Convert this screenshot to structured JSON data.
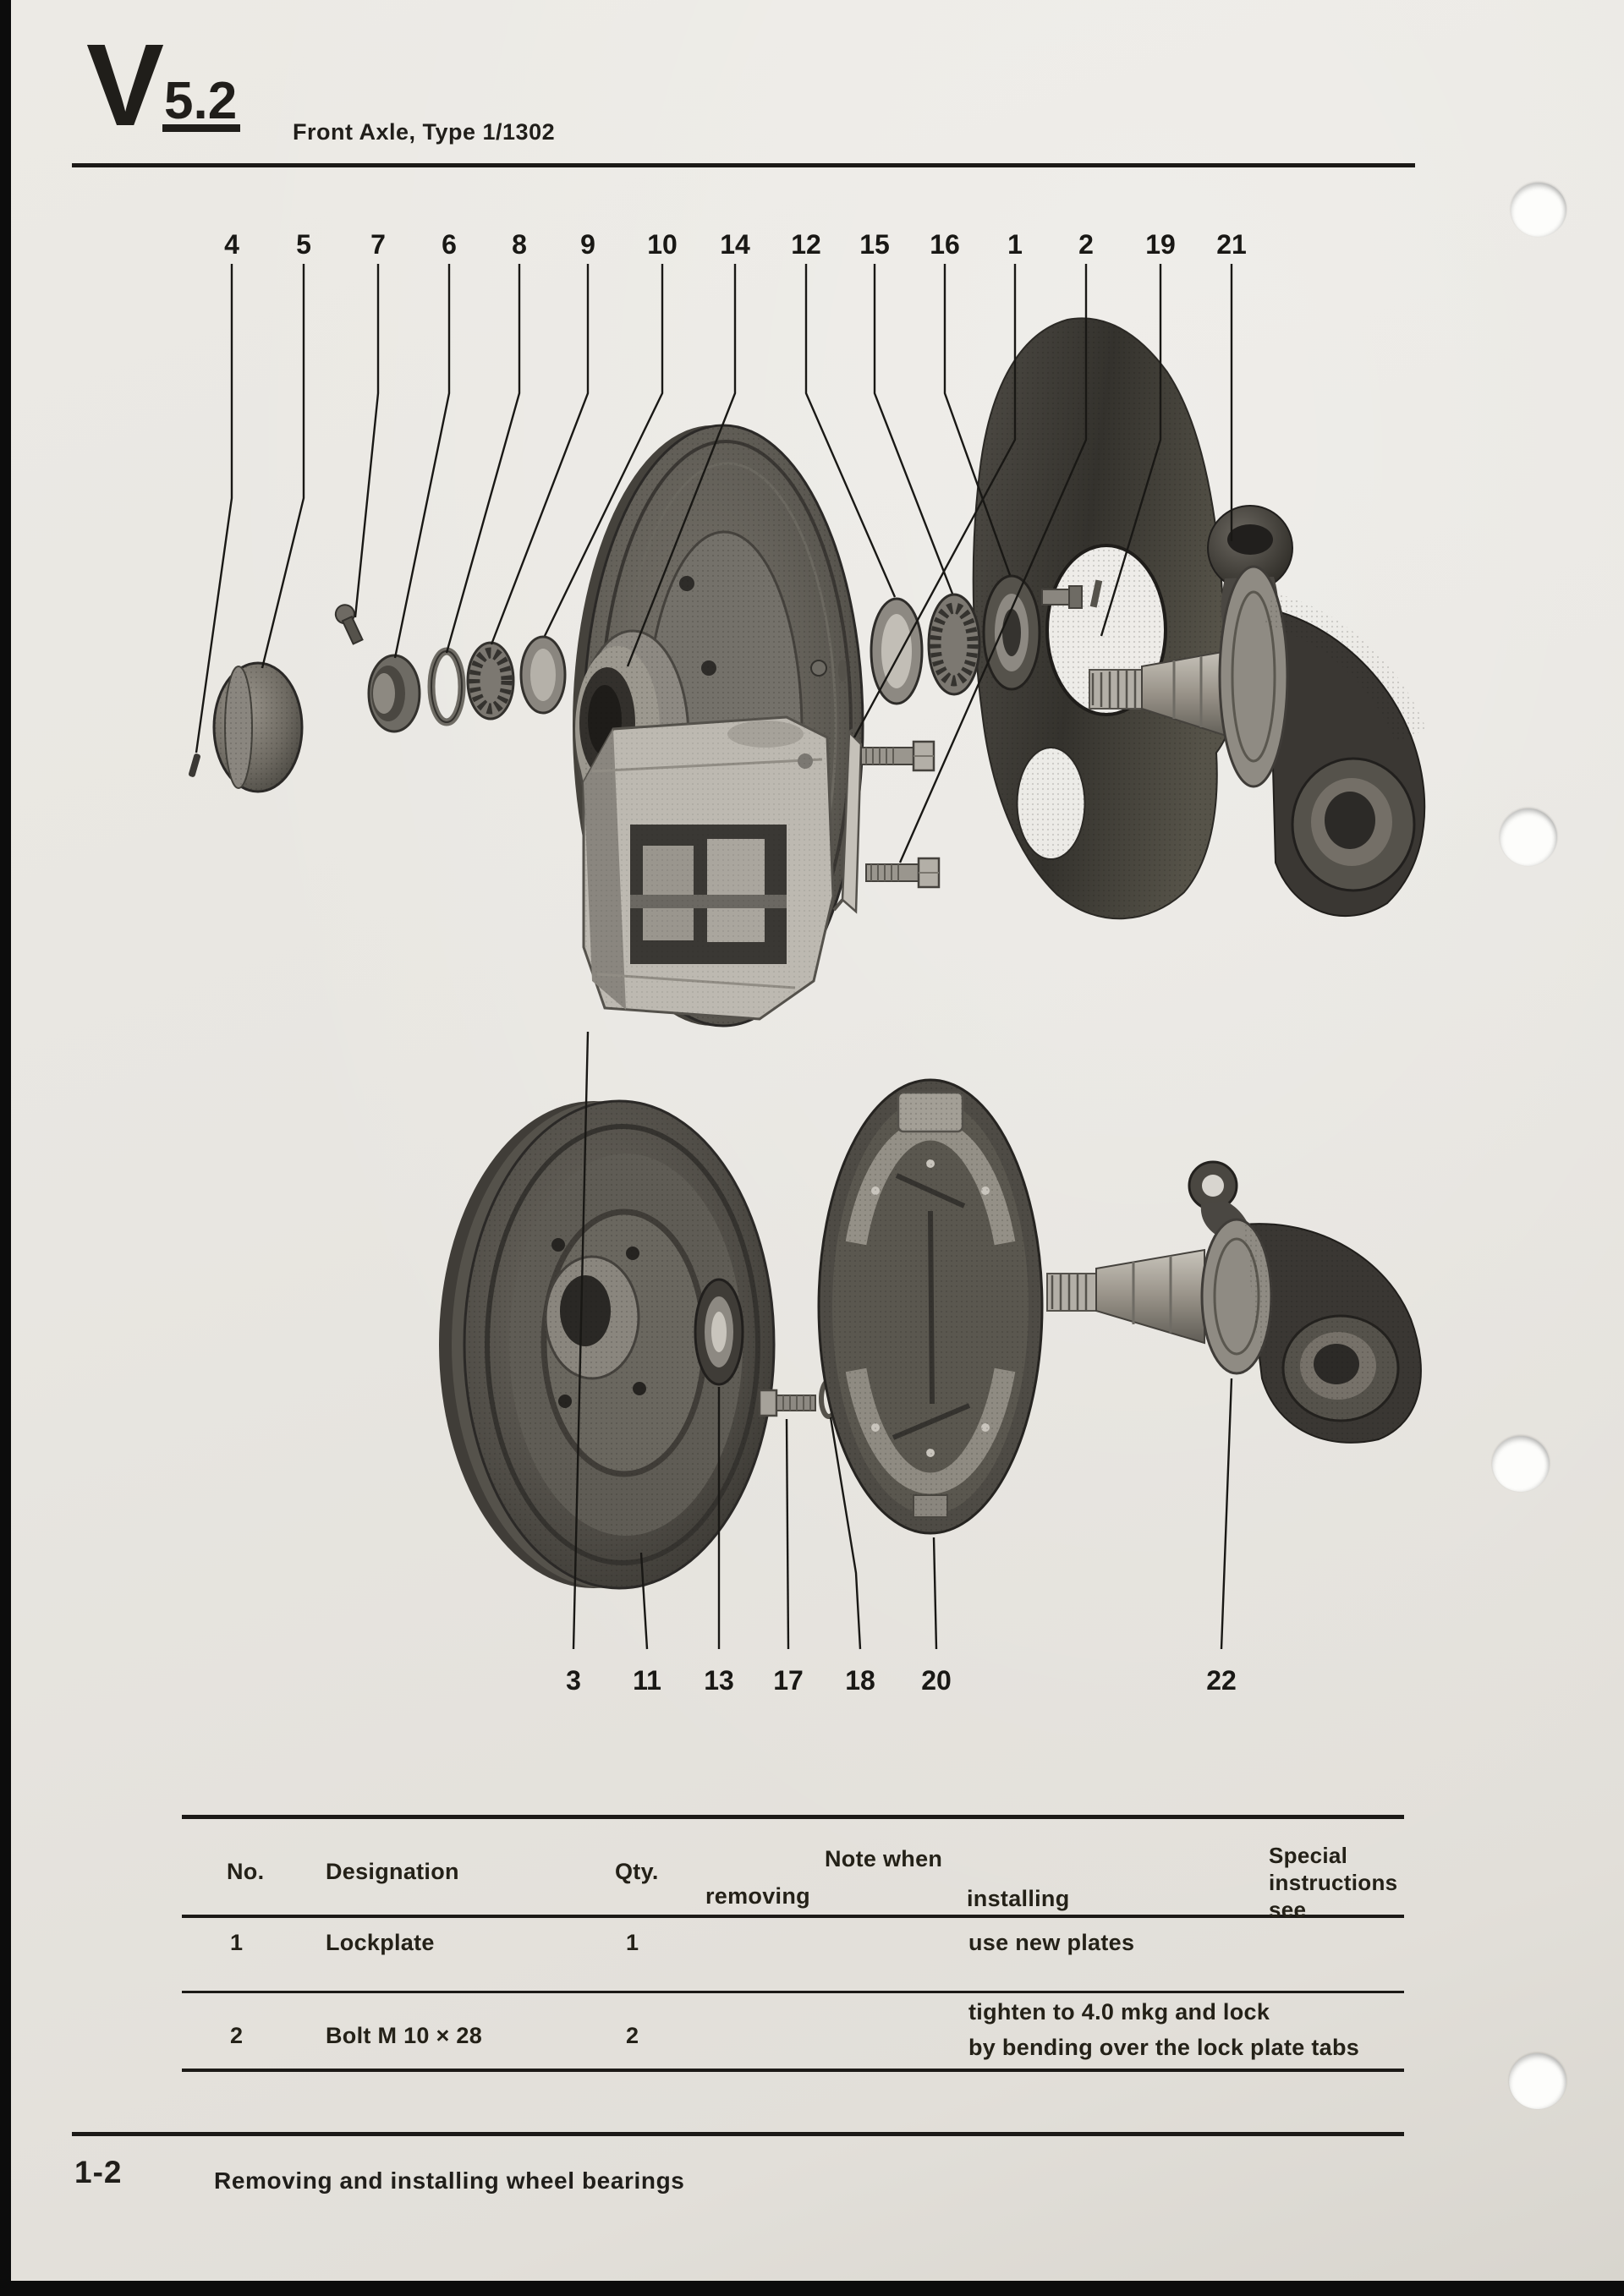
{
  "header": {
    "section_letter": "V",
    "section_number": "5.2",
    "title": "Front Axle, Type 1/1302"
  },
  "diagram": {
    "top_callouts": [
      "4",
      "5",
      "7",
      "6",
      "8",
      "9",
      "10",
      "14",
      "12",
      "15",
      "16",
      "1",
      "2",
      "19",
      "21"
    ],
    "bottom_callouts": [
      "3",
      "11",
      "13",
      "17",
      "18",
      "20",
      "22"
    ]
  },
  "table": {
    "headers": {
      "no": "No.",
      "designation": "Designation",
      "qty": "Qty.",
      "note_when": "Note when",
      "removing": "removing",
      "installing": "installing",
      "special": "Special instructions see"
    },
    "rows": [
      {
        "no": "1",
        "designation": "Lockplate",
        "qty": "1",
        "removing": "",
        "installing": "use new plates",
        "special": ""
      },
      {
        "no": "2",
        "designation": "Bolt M 10 × 28",
        "qty": "2",
        "removing": "",
        "installing": "tighten to 4.0 mkg and lock\nby bending over the lock plate tabs",
        "special": ""
      }
    ]
  },
  "footer": {
    "page_number": "1-2",
    "title": "Removing and installing wheel bearings"
  },
  "colors": {
    "paper": "#e8e6e1",
    "ink": "#1c1a17",
    "scan_edge": "#0c0c0c",
    "metal_dark": "#3a3733",
    "metal_mid": "#6e6b64",
    "metal_light": "#b5b1a9"
  }
}
